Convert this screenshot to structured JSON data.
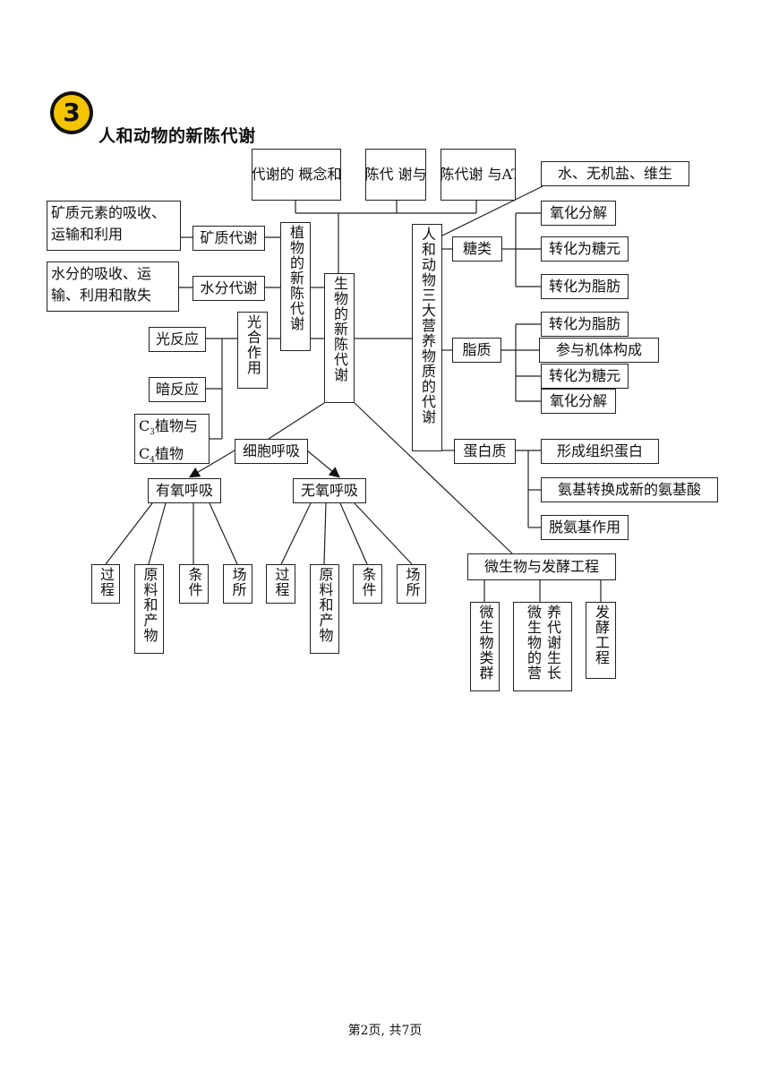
{
  "section": {
    "number": "3",
    "title": "人和动物的新陈代谢"
  },
  "top_boxes": {
    "concept": "新陈代谢的\n概念和类型",
    "enzyme": "新陈代\n谢与酶",
    "atp": "新陈代谢\n与ATP"
  },
  "left": {
    "mineral_detail": "矿质元素的吸收、\n运输和利用",
    "mineral": "矿质代谢",
    "water_detail": "水分的吸收、运\n输、利用和散失",
    "water": "水分代谢",
    "plant": "植物的新陈代谢",
    "photo": "光合作用",
    "light": "光反应",
    "dark": "暗反应",
    "c3": "C",
    "c3_sub": "3",
    "c3_text": "植物与",
    "c4": "C",
    "c4_sub": "4",
    "c4_text": "植物"
  },
  "center": "生物的新陈代谢",
  "respiration": {
    "cell": "细胞呼吸",
    "aerobic": "有氧呼吸",
    "anaerobic": "无氧呼吸",
    "a_process": "过程",
    "a_material": "原料和产物",
    "a_condition": "条件",
    "a_site": "场所",
    "n_process": "过程",
    "n_material": "原料和产物",
    "n_condition": "条件",
    "n_site": "场所"
  },
  "right": {
    "three": "人和动物三大营养物质的代谢",
    "water_salt": "水、无机盐、维生",
    "sugar": "糖类",
    "s1": "氧化分解",
    "s2": "转化为糖元",
    "s3": "转化为脂肪",
    "fat": "脂质",
    "f1": "转化为脂肪",
    "f2": "参与机体构成",
    "f3": "转化为糖元",
    "f4": "氧化分解",
    "protein": "蛋白质",
    "p1": "形成组织蛋白",
    "p2": "氨基转换成新的氨基酸",
    "p3": "脱氨基作用"
  },
  "micro": {
    "title": "微生物与发酵工程",
    "m1": "微生物类群",
    "m2_a": "养代谢生长",
    "m2_b": "微生物的营",
    "m3": "发酵工程"
  },
  "footer": "第2页, 共7页"
}
